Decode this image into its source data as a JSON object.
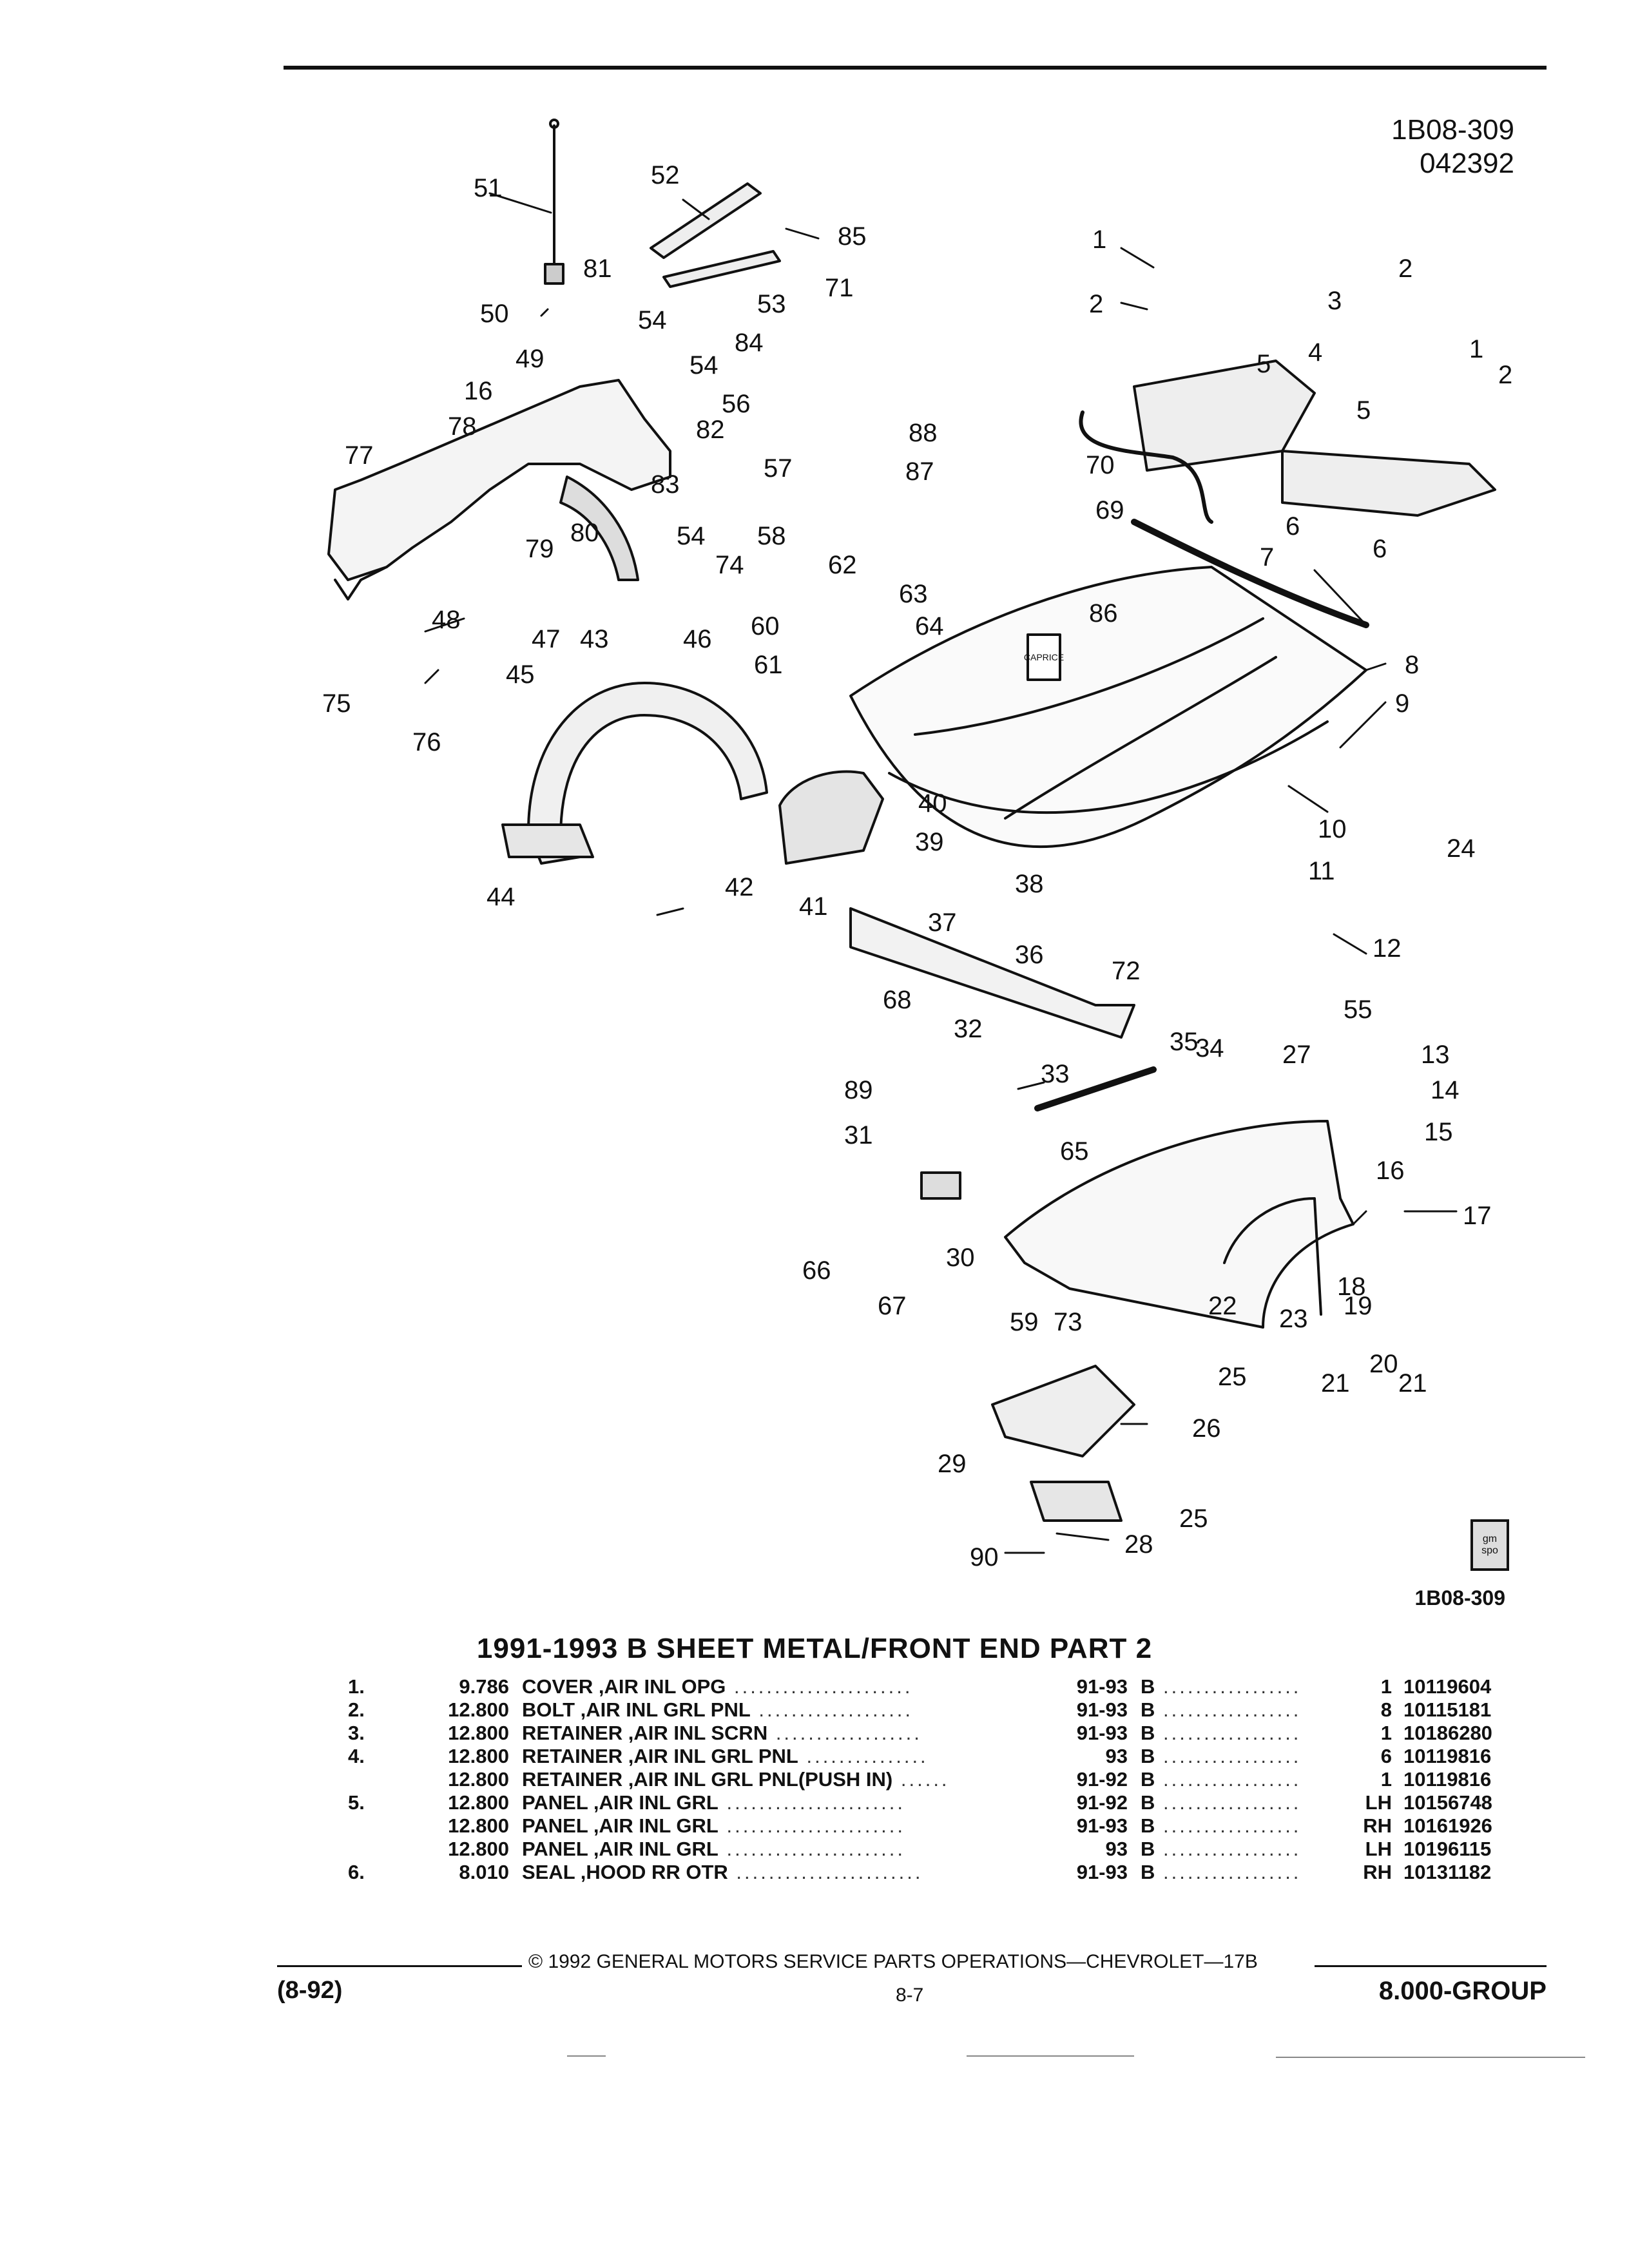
{
  "header": {
    "ref_number": "1B08-309",
    "date_code": "042392"
  },
  "diagram": {
    "callouts": [
      "51",
      "52",
      "85",
      "81",
      "71",
      "53",
      "50",
      "54",
      "84",
      "49",
      "16",
      "54",
      "82",
      "56",
      "78",
      "77",
      "57",
      "83",
      "80",
      "79",
      "58",
      "54",
      "74",
      "62",
      "63",
      "88",
      "87",
      "48",
      "47",
      "43",
      "46",
      "60",
      "64",
      "61",
      "75",
      "76",
      "45",
      "44",
      "1",
      "2",
      "5",
      "4",
      "3",
      "2",
      "1",
      "2",
      "5",
      "70",
      "69",
      "6",
      "6",
      "7",
      "86",
      "8",
      "9",
      "24",
      "40",
      "10",
      "11",
      "39",
      "38",
      "42",
      "41",
      "37",
      "36",
      "12",
      "72",
      "68",
      "32",
      "55",
      "35",
      "34",
      "27",
      "13",
      "14",
      "33",
      "89",
      "15",
      "31",
      "65",
      "16",
      "17",
      "66",
      "30",
      "67",
      "22",
      "18",
      "19",
      "23",
      "20",
      "59",
      "73",
      "25",
      "21",
      "21",
      "26",
      "29",
      "25",
      "28",
      "90"
    ],
    "decal_text": "CAPRICE",
    "figure_ref": "1B08-309",
    "badge_text": "gm spo"
  },
  "title": "1991-1993 B SHEET METAL/FRONT END PART 2",
  "parts": [
    {
      "item": "1.",
      "group": "9.786",
      "desc": "COVER ,AIR INL OPG",
      "years": "91-93",
      "series": "B",
      "qty": "1",
      "pn": "10119604"
    },
    {
      "item": "2.",
      "group": "12.800",
      "desc": "BOLT ,AIR INL GRL PNL",
      "years": "91-93",
      "series": "B",
      "qty": "8",
      "pn": "10115181"
    },
    {
      "item": "3.",
      "group": "12.800",
      "desc": "RETAINER ,AIR INL SCRN",
      "years": "91-93",
      "series": "B",
      "qty": "1",
      "pn": "10186280"
    },
    {
      "item": "4.",
      "group": "12.800",
      "desc": "RETAINER ,AIR INL GRL PNL",
      "years": "93",
      "series": "B",
      "qty": "6",
      "pn": "10119816"
    },
    {
      "item": "",
      "group": "12.800",
      "desc": "RETAINER ,AIR INL GRL PNL(PUSH IN)",
      "years": "91-92",
      "series": "B",
      "qty": "1",
      "pn": "10119816"
    },
    {
      "item": "5.",
      "group": "12.800",
      "desc": "PANEL ,AIR INL GRL",
      "years": "91-92",
      "series": "B",
      "qty": "LH",
      "pn": "10156748"
    },
    {
      "item": "",
      "group": "12.800",
      "desc": "PANEL ,AIR INL GRL",
      "years": "91-93",
      "series": "B",
      "qty": "RH",
      "pn": "10161926"
    },
    {
      "item": "",
      "group": "12.800",
      "desc": "PANEL ,AIR INL GRL",
      "years": "93",
      "series": "B",
      "qty": "LH",
      "pn": "10196115"
    },
    {
      "item": "6.",
      "group": "8.010",
      "desc": "SEAL ,HOOD RR OTR",
      "years": "91-93",
      "series": "B",
      "qty": "RH",
      "pn": "10131182"
    }
  ],
  "footer": {
    "copyright": "© 1992 GENERAL MOTORS SERVICE PARTS OPERATIONS—CHEVROLET—17B",
    "date": "(8-92)",
    "page": "8-7",
    "group": "8.000-GROUP"
  }
}
